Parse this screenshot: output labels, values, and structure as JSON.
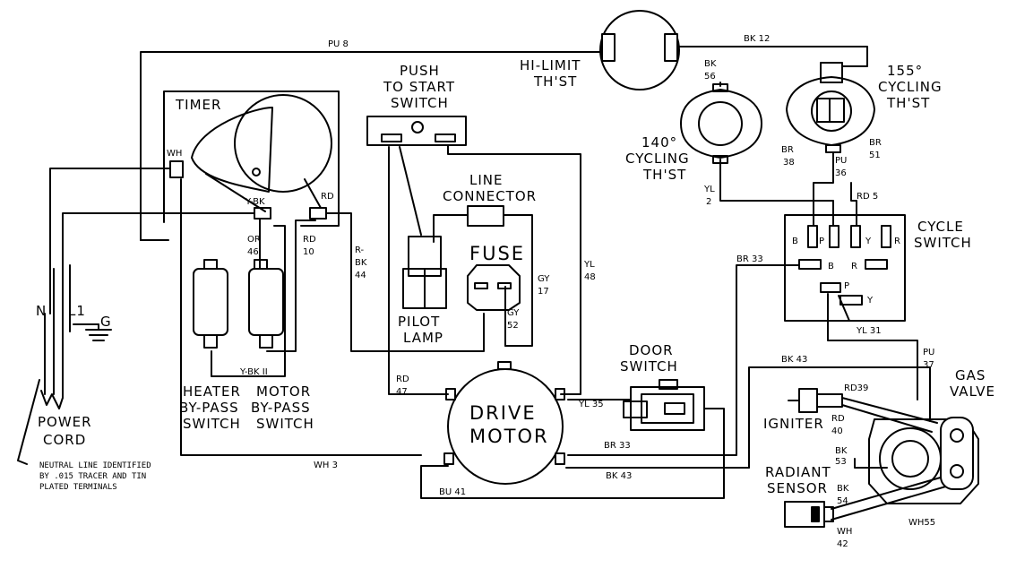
{
  "components": {
    "timer": "TIMER",
    "timer_wh": "WH",
    "push_to_start": [
      "PUSH",
      "TO START",
      "SWITCH"
    ],
    "hi_limit": [
      "HI-LIMIT",
      "TH'ST"
    ],
    "cycling_155": [
      "155°",
      "CYCLING",
      "TH'ST"
    ],
    "cycling_140": [
      "140°",
      "CYCLING",
      "TH'ST"
    ],
    "line_connector": [
      "LINE",
      "CONNECTOR"
    ],
    "fuse": "FUSE",
    "pilot_lamp": [
      "PILOT",
      "LAMP"
    ],
    "cycle_switch": [
      "CYCLE",
      "SWITCH"
    ],
    "cycle_switch_terms_top": [
      "B",
      "P",
      "Y",
      "R"
    ],
    "cycle_switch_terms_mid": [
      "B",
      "R"
    ],
    "cycle_switch_terms_low": [
      "P",
      "Y"
    ],
    "heater_bypass": [
      "HEATER",
      "BY-PASS",
      "SWITCH"
    ],
    "motor_bypass": [
      "MOTOR",
      "BY-PASS",
      "SWITCH"
    ],
    "drive_motor": [
      "DRIVE",
      "MOTOR"
    ],
    "door_switch": [
      "DOOR",
      "SWITCH"
    ],
    "gas_valve": [
      "GAS",
      "VALVE"
    ],
    "igniter": "IGNITER",
    "radiant_sensor": [
      "RADIANT",
      "SENSOR"
    ],
    "power_cord": [
      "POWER",
      "CORD"
    ],
    "cord_n": "N",
    "cord_l1": "L1",
    "cord_g": "G"
  },
  "wires": {
    "pu8": "PU 8",
    "bk12": "BK 12",
    "bk56": [
      "BK",
      "56"
    ],
    "bk38": [
      "BR",
      "38"
    ],
    "br51": [
      "BR",
      "51"
    ],
    "pu36": [
      "PU",
      "36"
    ],
    "yl2": [
      "YL",
      "2"
    ],
    "rd5": "RD 5",
    "ybk_timer": "Y-BK",
    "rd_timer": "RD",
    "or46": [
      "OR",
      "46"
    ],
    "rd10": [
      "RD",
      "10"
    ],
    "rbk44": [
      "R-",
      "BK",
      "44"
    ],
    "yl48": [
      "YL",
      "48"
    ],
    "gy17": [
      "GY",
      "17"
    ],
    "gy52": [
      "GY",
      "52"
    ],
    "br33_top": "BR 33",
    "ybk11": "Y-BK II",
    "rd47": [
      "RD",
      "47"
    ],
    "yl35": "YL 35",
    "yl31": "YL 31",
    "bk43_top": "BK 43",
    "pu37": [
      "PU",
      "37"
    ],
    "rd39": "RD39",
    "rd40": [
      "RD",
      "40"
    ],
    "bk53": [
      "BK",
      "53"
    ],
    "bk54": [
      "BK",
      "54"
    ],
    "wh42": [
      "WH",
      "42"
    ],
    "wh55": "WH55",
    "br33_bottom": "BR 33",
    "bk43_bottom": "BK 43",
    "wh3": "WH 3",
    "bu41": "BU 41"
  },
  "notes": {
    "neutral": [
      "NEUTRAL LINE IDENTIFIED",
      "BY .015 TRACER AND TIN",
      "PLATED TERMINALS"
    ]
  }
}
